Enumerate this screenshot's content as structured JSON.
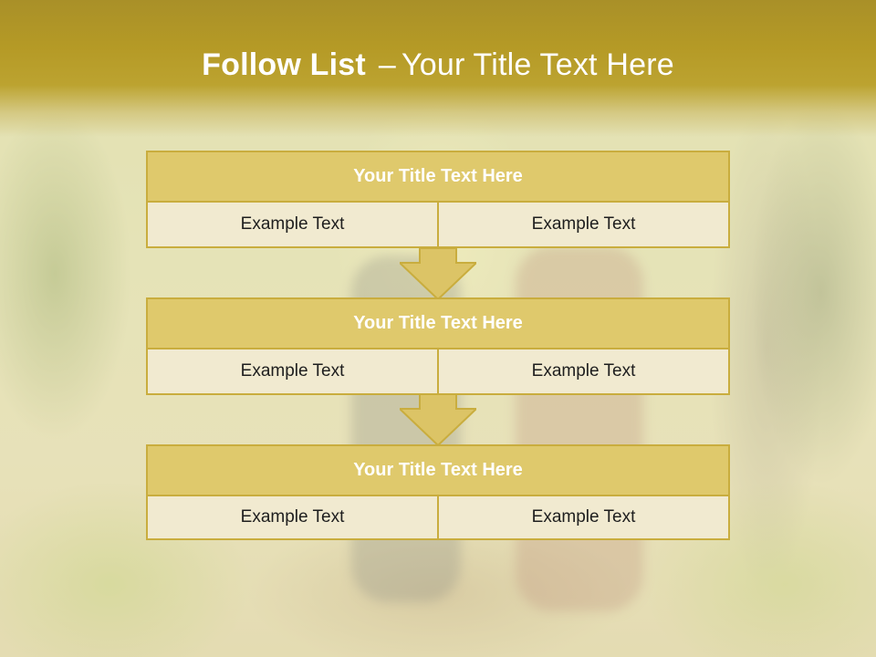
{
  "slide": {
    "title_bold": "Follow List",
    "title_separator": "–",
    "title_rest": "Your Title Text Here"
  },
  "blocks": [
    {
      "title": "Your Title Text Here",
      "left_text": "Example Text",
      "right_text": "Example Text"
    },
    {
      "title": "Your Title Text Here",
      "left_text": "Example Text",
      "right_text": "Example Text"
    },
    {
      "title": "Your Title Text Here",
      "left_text": "Example Text",
      "right_text": "Example Text"
    }
  ],
  "colors": {
    "header_gold": "#b59a26",
    "title_fill": "#dfc96c",
    "border": "#c9ad3e",
    "cell_fill": "#f1ead0",
    "arrow_fill": "#dcc466"
  },
  "icons": {
    "connector": "down-arrow"
  }
}
